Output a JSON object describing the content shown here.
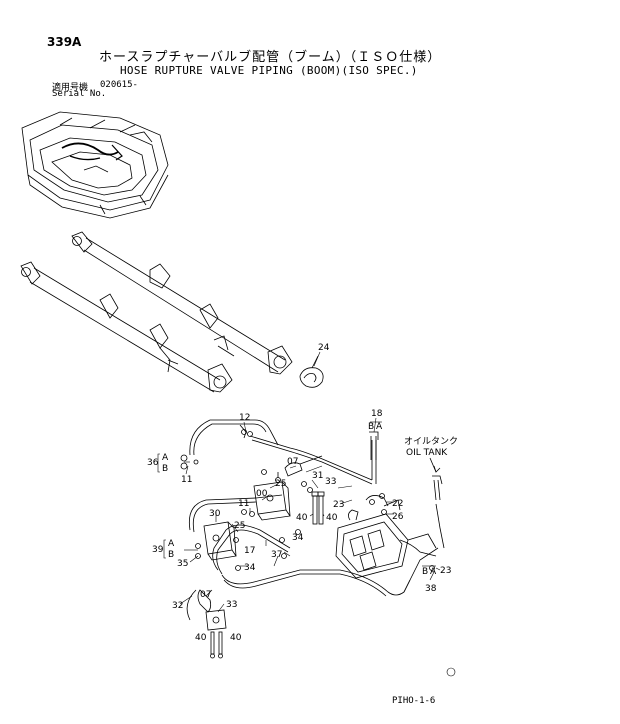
{
  "header": {
    "page_code": "339A",
    "title_jp": "ホースラプチャーバルブ配管（ブーム）（ＩＳＯ仕様）",
    "title_en": "HOSE RUPTURE VALVE PIPING (BOOM)(ISO SPEC.)",
    "serial_label_jp": "適用号機",
    "serial_label_en": "Serial No.",
    "serial_value": "020615-"
  },
  "oil_tank": {
    "label_jp": "オイルタンク",
    "label_en": "OIL TANK"
  },
  "callouts": {
    "p24": "24",
    "p18": "18",
    "p12": "12",
    "p36": "36",
    "p11a": "11",
    "p11b": "11",
    "p07a": "07",
    "p31": "31",
    "p25a": "25",
    "p25b": "25",
    "p00": "00",
    "p33a": "33",
    "p33b": "33",
    "p23a": "23",
    "p23b": "23",
    "p22": "22",
    "p26": "26",
    "p30": "30",
    "p40a": "40",
    "p40b": "40",
    "p40c": "40",
    "p40d": "40",
    "p39": "39",
    "p35": "35",
    "p17": "17",
    "p37": "37",
    "p34a": "34",
    "p34b": "34",
    "p32": "32",
    "p07b": "07",
    "p38": "38",
    "A": "A",
    "B": "B"
  },
  "footer": {
    "page_ref": "PIHO-1-6",
    "mark": "②"
  }
}
